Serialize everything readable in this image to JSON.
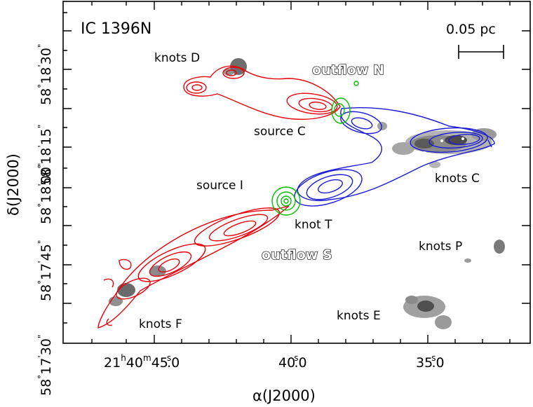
{
  "chart_data": {
    "type": "contour_map",
    "title": "IC 1396N",
    "scalebar_label": "0.05 pc",
    "xlabel": "α(J2000)",
    "ylabel": "δ(J2000)",
    "x_ticks": [
      {
        "value_s": 45.0,
        "h": "21",
        "m": "40",
        "s": "45",
        "frac": ".0"
      },
      {
        "value_s": 40.0,
        "h": "",
        "m": "",
        "s": "40",
        "frac": ".0"
      },
      {
        "value_s": 35.0,
        "h": "",
        "m": "",
        "s": "35",
        "frac": ".0"
      }
    ],
    "y_ticks": [
      {
        "value_arcsec": 1110,
        "label": "58°18'30\""
      },
      {
        "value_arcsec": 1095,
        "label": "58°18'15\""
      },
      {
        "value_arcsec": 1080,
        "label": "58°18'00\""
      },
      {
        "value_arcsec": 1065,
        "label": "58°17'45\""
      },
      {
        "value_arcsec": 1050,
        "label": "58°17'30\""
      }
    ],
    "y_tick_text": [
      {
        "deg": "58",
        "min": "18",
        "sec": "30"
      },
      {
        "deg": "58",
        "min": "18",
        "sec": "15"
      },
      {
        "deg": "58",
        "min": "18",
        "sec": "00"
      },
      {
        "deg": "58",
        "min": "17",
        "sec": "45"
      },
      {
        "deg": "58",
        "min": "17",
        "sec": "30"
      }
    ],
    "labels": {
      "knots_D": "knots D",
      "outflow_N": "outflow N",
      "source_C": "source C",
      "source_I": "source I",
      "knots_C": "knots C",
      "knot_T": "knot T",
      "outflow_S": "outflow S",
      "knots_P": "knots P",
      "knots_E": "knots E",
      "knots_F": "knots F"
    },
    "colors": {
      "redshifted": "#e8000b",
      "blueshifted": "#1a1ad6",
      "continuum": "#00c000",
      "emission": "#7a7a7a"
    }
  }
}
